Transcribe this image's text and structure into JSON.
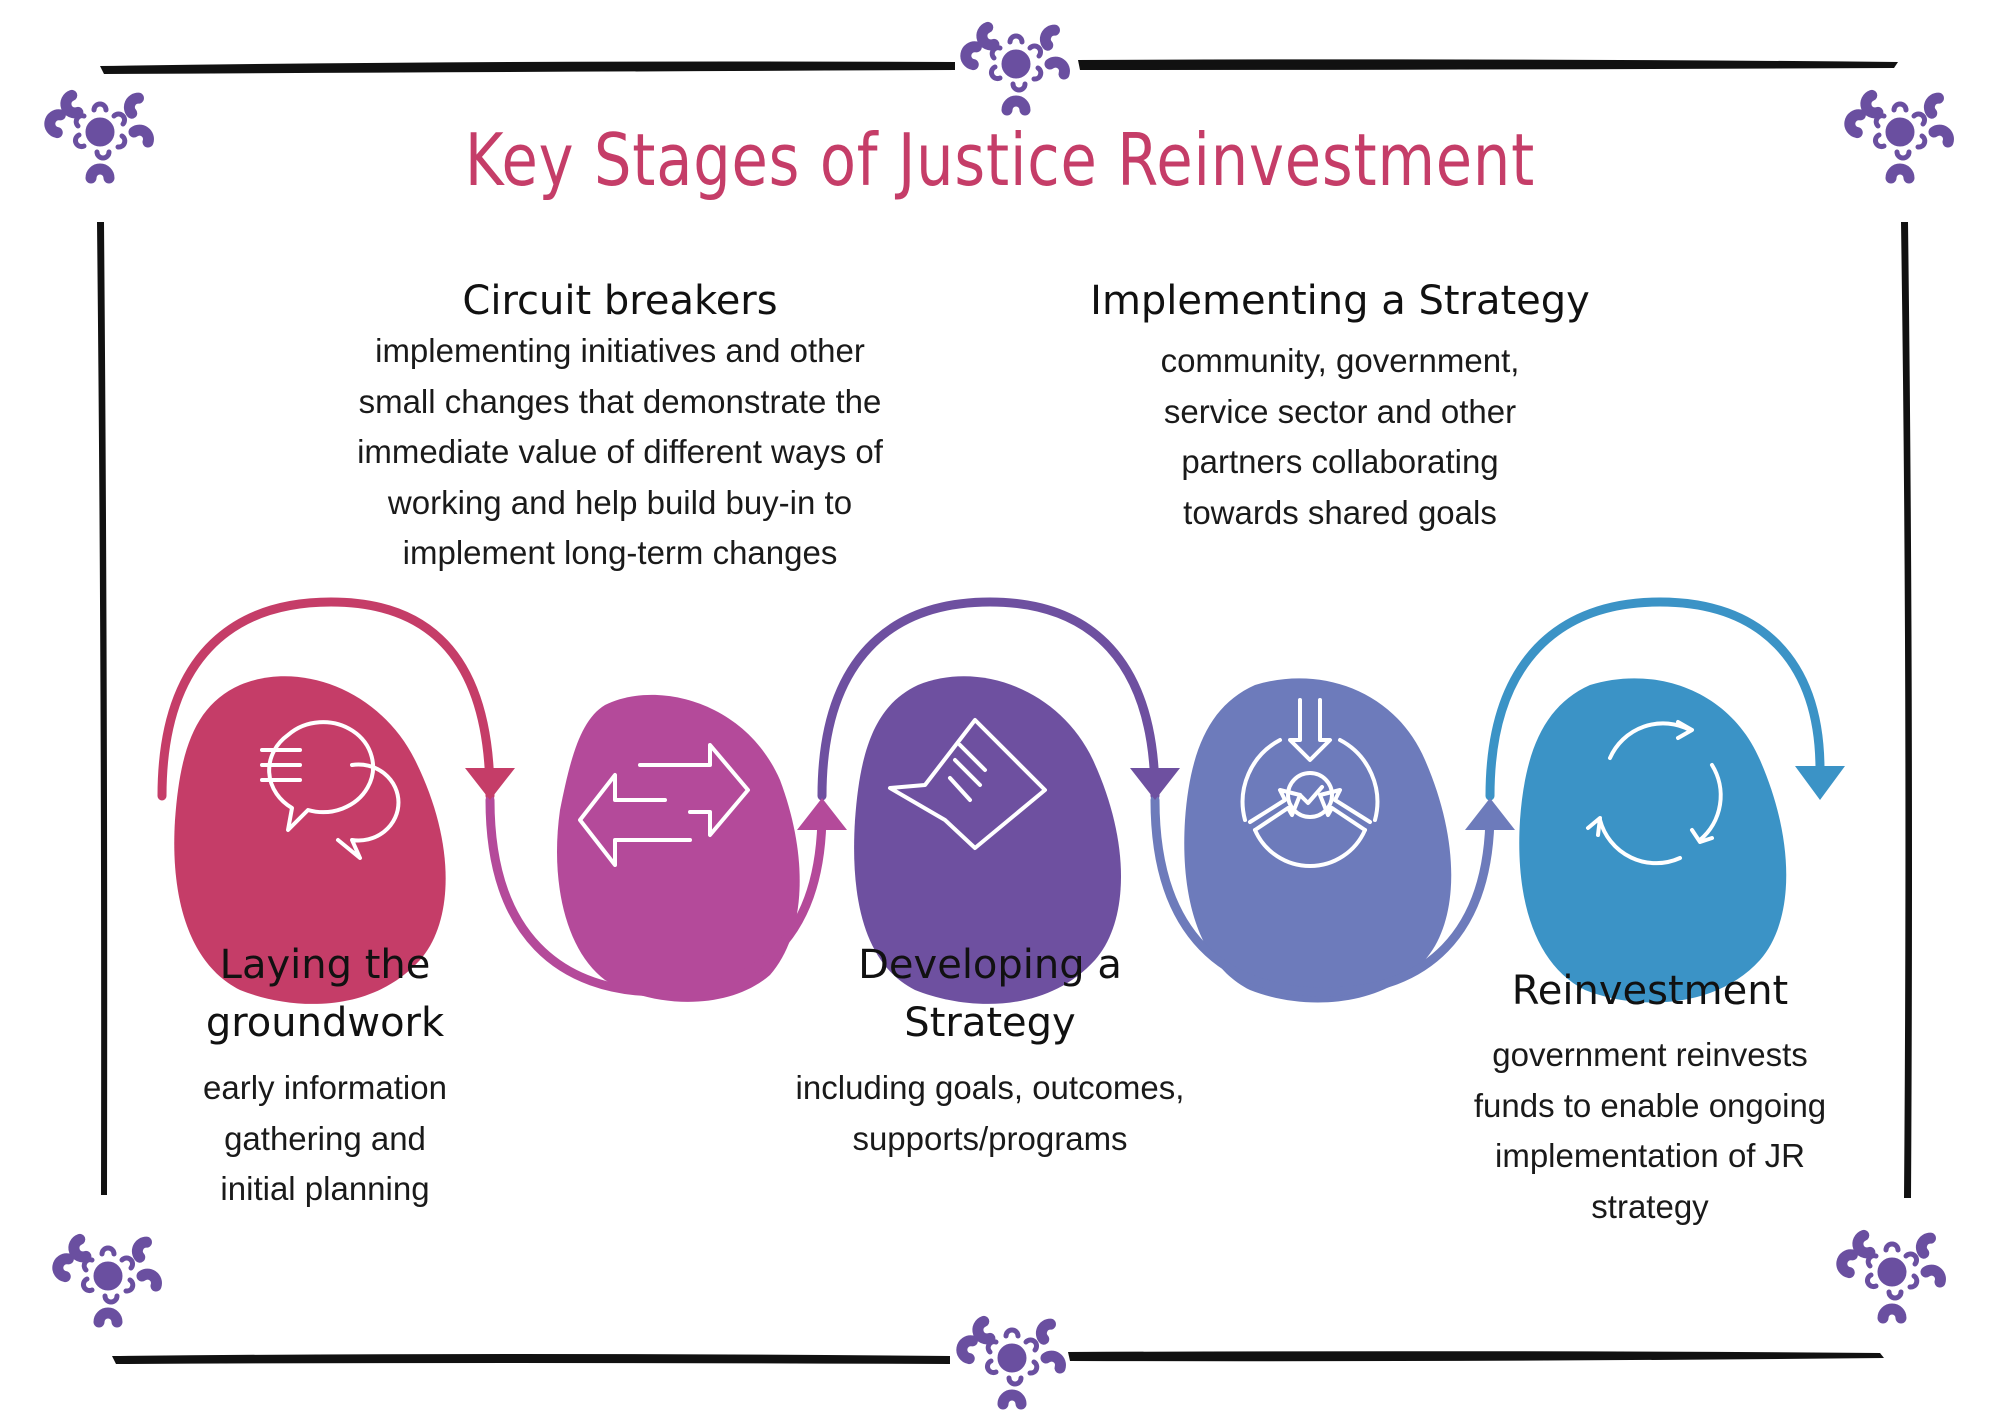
{
  "title": "Key Stages of Justice Reinvestment",
  "colors": {
    "title": "#c53d68",
    "frame": "#111111",
    "flower": "#6a4fa0",
    "stage1": "#c53d68",
    "stage2": "#b44a9a",
    "stage3": "#6e50a0",
    "stage4": "#6d7bbb",
    "stage5": "#3b93c6"
  },
  "stages": [
    {
      "heading": "Laying the groundwork",
      "heading_lines": [
        "Laying the",
        "groundwork"
      ],
      "description_lines": [
        "early information",
        "gathering and",
        "initial planning"
      ],
      "icon": "speech-bubbles-icon",
      "position": "below"
    },
    {
      "heading": "Circuit breakers",
      "heading_lines": [
        "Circuit breakers"
      ],
      "description_lines": [
        "implementing initiatives and other",
        "small changes that demonstrate the",
        "immediate value of different ways of",
        "working and help build buy-in to",
        "implement long-term changes"
      ],
      "icon": "exchange-arrows-icon",
      "position": "above"
    },
    {
      "heading": "Developing a Strategy",
      "heading_lines": [
        "Developing a",
        "Strategy"
      ],
      "description_lines": [
        "including goals, outcomes,",
        "supports/programs"
      ],
      "icon": "document-icon",
      "position": "below"
    },
    {
      "heading": "Implementing a Strategy",
      "heading_lines": [
        "Implementing a Strategy"
      ],
      "description_lines": [
        "community, government,",
        "service sector and other",
        "partners collaborating",
        "towards  shared goals"
      ],
      "icon": "converging-target-icon",
      "position": "above"
    },
    {
      "heading": "Reinvestment",
      "heading_lines": [
        "Reinvestment"
      ],
      "description_lines": [
        "government reinvests",
        "funds to enable ongoing",
        "implementation of JR",
        "strategy"
      ],
      "icon": "cycle-arrows-icon",
      "position": "below"
    }
  ]
}
